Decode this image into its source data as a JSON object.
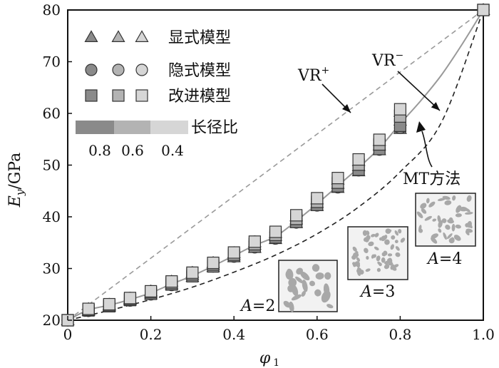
{
  "chart_data": {
    "type": "scatter",
    "xlabel": "φ",
    "xlabel_sub": "1",
    "ylabel": "E",
    "ylabel_sub": "y",
    "ylabel_unit": "/GPa",
    "xlim": [
      0,
      1.0
    ],
    "ylim": [
      20,
      80
    ],
    "x_ticks": [
      "0",
      "0.2",
      "0.4",
      "0.6",
      "0.8",
      "1.0"
    ],
    "x_tick_values": [
      0,
      0.2,
      0.4,
      0.6,
      0.8,
      1.0
    ],
    "y_ticks": [
      "20",
      "30",
      "40",
      "50",
      "60",
      "70",
      "80"
    ],
    "y_tick_values": [
      20,
      30,
      40,
      50,
      60,
      70,
      80
    ],
    "grid": false,
    "legend": {
      "position": "top-left",
      "rows": [
        {
          "label": "显式模型",
          "marker": "triangle"
        },
        {
          "label": "隐式模型",
          "marker": "circle"
        },
        {
          "label": "改进模型",
          "marker": "square"
        }
      ],
      "aspect_title": "长径比",
      "aspect_values": [
        "0.8",
        "0.6",
        "0.4"
      ],
      "shade_colors": [
        "#8a8a8a",
        "#b3b3b3",
        "#d6d6d6"
      ]
    },
    "bounds": [
      {
        "name": "VR⁺",
        "style": "dashed-light",
        "x": [
          0,
          1.0
        ],
        "y": [
          20,
          80
        ]
      },
      {
        "name": "VR⁻",
        "style": "dashed-dark",
        "x": [
          0,
          0.1,
          0.2,
          0.3,
          0.4,
          0.5,
          0.6,
          0.7,
          0.8,
          0.9,
          1.0
        ],
        "y": [
          20,
          21.9,
          24.0,
          26.4,
          29.3,
          32.6,
          36.7,
          41.9,
          48.7,
          58.4,
          80
        ]
      }
    ],
    "annotations": {
      "vr_plus": "VR",
      "vr_plus_sup": "+",
      "vr_minus": "VR",
      "vr_minus_sup": "−",
      "mt": "MT方法"
    },
    "trend": {
      "x": [
        0,
        0.05,
        0.1,
        0.15,
        0.2,
        0.25,
        0.3,
        0.35,
        0.4,
        0.45,
        0.5,
        0.55,
        0.6,
        0.65,
        0.7,
        0.75,
        0.8,
        0.85,
        0.9,
        0.95,
        1.0
      ],
      "y": [
        20,
        22.0,
        22.9,
        24.0,
        25.3,
        27.0,
        28.6,
        30.5,
        32.5,
        34.5,
        36.2,
        39.2,
        42.5,
        46.0,
        49.5,
        53.3,
        58.0,
        62.5,
        67.5,
        73.5,
        80
      ]
    },
    "x": [
      0,
      0.05,
      0.1,
      0.15,
      0.2,
      0.25,
      0.3,
      0.35,
      0.4,
      0.45,
      0.5,
      0.55,
      0.6,
      0.65,
      0.7,
      0.75,
      0.8,
      1.0
    ],
    "series": [
      {
        "marker": "triangle",
        "shade": 0,
        "values": [
          20.0,
          21.8,
          22.6,
          23.8,
          25.0,
          26.8,
          28.4,
          30.3,
          32.2,
          34.0,
          35.7,
          38.8,
          42.1,
          45.6,
          48.8,
          52.9,
          57.0,
          80
        ]
      },
      {
        "marker": "triangle",
        "shade": 1,
        "values": [
          20.0,
          22.0,
          22.8,
          24.0,
          25.3,
          27.1,
          28.8,
          30.7,
          32.6,
          34.6,
          36.3,
          39.5,
          42.7,
          46.4,
          49.8,
          53.8,
          58.6,
          80
        ]
      },
      {
        "marker": "triangle",
        "shade": 2,
        "values": [
          20.0,
          22.2,
          23.0,
          24.2,
          25.6,
          27.5,
          29.2,
          31.1,
          33.0,
          35.1,
          36.9,
          40.1,
          43.4,
          47.2,
          50.8,
          54.7,
          60.3,
          80
        ]
      },
      {
        "marker": "circle",
        "shade": 0,
        "values": [
          20.0,
          21.8,
          22.7,
          23.8,
          25.0,
          26.8,
          28.5,
          30.4,
          32.3,
          34.1,
          35.8,
          38.9,
          42.2,
          45.7,
          49.0,
          53.0,
          57.2,
          80
        ]
      },
      {
        "marker": "circle",
        "shade": 1,
        "values": [
          20.0,
          22.0,
          22.9,
          24.0,
          25.3,
          27.1,
          28.8,
          30.7,
          32.6,
          34.6,
          36.4,
          39.5,
          42.8,
          46.5,
          50.0,
          53.9,
          58.9,
          80
        ]
      },
      {
        "marker": "circle",
        "shade": 2,
        "values": [
          20.0,
          22.2,
          23.1,
          24.3,
          25.6,
          27.5,
          29.2,
          31.1,
          33.0,
          35.2,
          37.0,
          40.2,
          43.5,
          47.4,
          51.0,
          54.8,
          60.6,
          80
        ]
      },
      {
        "marker": "square",
        "shade": 0,
        "values": [
          20.0,
          21.9,
          22.7,
          23.9,
          25.1,
          26.9,
          28.5,
          30.4,
          32.4,
          34.2,
          36.0,
          39.0,
          42.3,
          45.9,
          49.1,
          53.1,
          57.6,
          80
        ]
      },
      {
        "marker": "square",
        "shade": 1,
        "values": [
          20.0,
          22.0,
          22.9,
          24.1,
          25.4,
          27.2,
          28.9,
          30.8,
          32.7,
          34.7,
          36.5,
          39.6,
          42.9,
          46.6,
          50.1,
          54.0,
          59.4,
          80
        ]
      },
      {
        "marker": "square",
        "shade": 2,
        "values": [
          20.0,
          22.2,
          23.1,
          24.3,
          25.6,
          27.5,
          29.2,
          31.1,
          33.1,
          35.2,
          37.1,
          40.3,
          43.6,
          47.5,
          51.1,
          54.9,
          60.8,
          80
        ]
      }
    ],
    "insets": [
      {
        "label": "A",
        "value": "=2",
        "seed": 7,
        "particles": "large"
      },
      {
        "label": "A",
        "value": "=3",
        "seed": 13,
        "particles": "small"
      },
      {
        "label": "A",
        "value": "=4",
        "seed": 29,
        "particles": "elongated"
      }
    ]
  }
}
